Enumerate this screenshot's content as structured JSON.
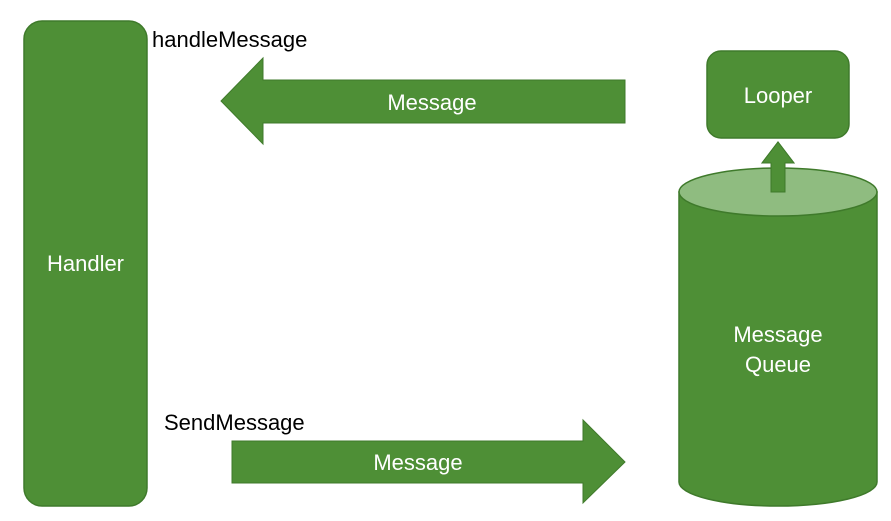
{
  "colors": {
    "shape_fill": "#4e8f36",
    "shape_stroke": "#3f7a2b",
    "cylinder_top": "#8fbc80",
    "label_text": "#ffffff",
    "caption_text": "#000000",
    "background": "#ffffff"
  },
  "handler": {
    "label": "Handler"
  },
  "looper": {
    "label": "Looper"
  },
  "message_queue": {
    "label_line1": "Message",
    "label_line2": "Queue"
  },
  "arrow_incoming": {
    "caption": "handleMessage",
    "label": "Message"
  },
  "arrow_outgoing": {
    "caption": "SendMessage",
    "label": "Message"
  }
}
